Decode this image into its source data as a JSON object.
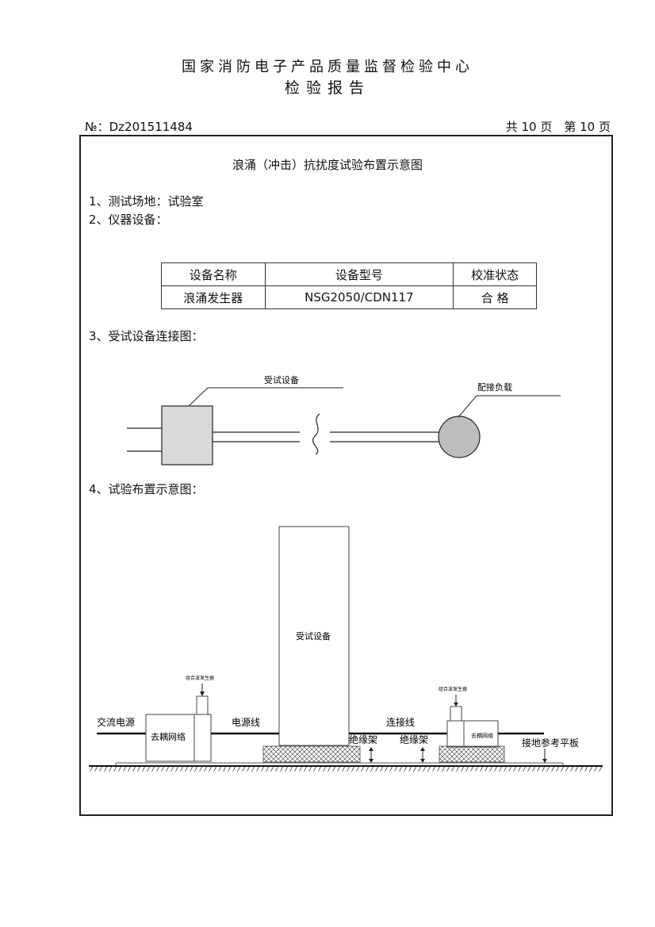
{
  "header": {
    "organization": "国家消防电子产品质量监督检验中心",
    "report_title": "检验报告",
    "report_no": "№：Dz201511484",
    "page_info": "共 10 页　第 10 页"
  },
  "section": {
    "title": "浪涌（冲击）抗扰度试验布置示意图",
    "item1": "1、测试场地：试验室",
    "item2": "2、仪器设备：",
    "item3": "3、受试设备连接图：",
    "item4": "4、试验布置示意图："
  },
  "equipment_table": {
    "headers": [
      "设备名称",
      "设备型号",
      "校准状态"
    ],
    "rows": [
      [
        "浪涌发生器",
        "NSG2050/CDN117",
        "合 格"
      ]
    ]
  },
  "connection_diagram": {
    "eut_label": "受试设备",
    "load_label": "配接负载"
  },
  "layout_diagram": {
    "eut": "受试设备",
    "generator_left": "组合波发生器",
    "generator_right": "组合波发生器",
    "ac_power": "交流电源",
    "decoupling_left": "去耦网络",
    "decoupling_right": "去耦网络",
    "power_line": "电源线",
    "connection_line": "连接线",
    "insulation_1": "绝缘架",
    "insulation_2": "绝缘架",
    "ground_plane": "接地参考平板"
  }
}
